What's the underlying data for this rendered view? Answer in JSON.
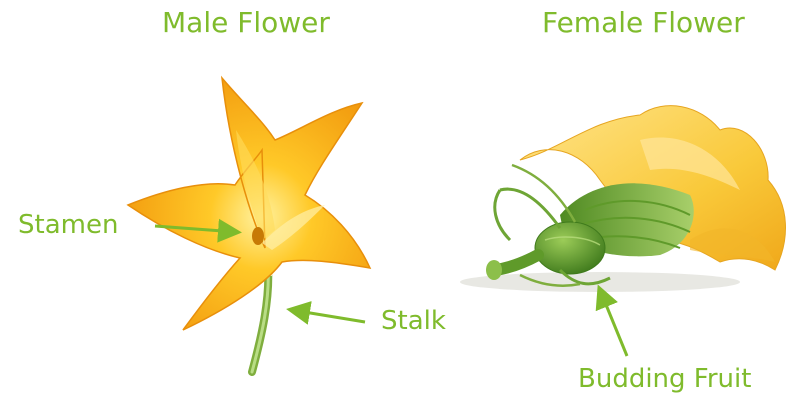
{
  "titles": {
    "male": "Male Flower",
    "female": "Female Flower"
  },
  "labels": {
    "stamen": "Stamen",
    "stalk": "Stalk",
    "budding_fruit": "Budding Fruit"
  },
  "colors": {
    "label_green": "#7fbb2c",
    "petal_orange": "#f5a712",
    "petal_yellow": "#ffd24a",
    "stem_green": "#7fae3e",
    "fruit_green": "#5f9a2a"
  }
}
